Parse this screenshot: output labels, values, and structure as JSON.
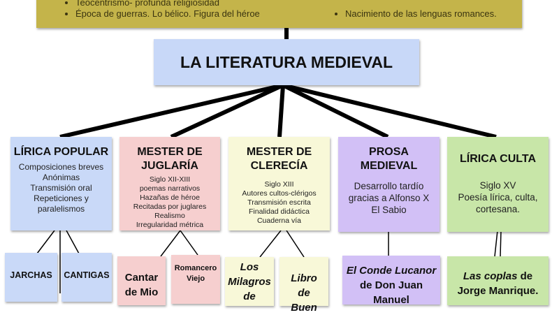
{
  "context": {
    "left": [
      "Teocentrismo- profunda religiosidad",
      "Época de guerras. Lo bélico. Figura del héroe"
    ],
    "right": [
      "Nacimiento de las lenguas romances."
    ]
  },
  "main": {
    "title": "LA LITERATURA MEDIEVAL"
  },
  "categories": [
    {
      "title": "LÍRICA POPULAR",
      "lines": [
        "Composiciones breves",
        "Anónimas",
        "Transmisión oral",
        "Repeticiones y paralelismos"
      ],
      "color": "#c9d9f8"
    },
    {
      "title": "MESTER DE JUGLARÍA",
      "lines": [
        "Siglo XII-XIII",
        "poemas narrativos",
        "Hazañas de héroe",
        "Recitadas por juglares",
        "Realismo",
        "Irregularidad métrica"
      ],
      "color": "#f6cfcf"
    },
    {
      "title": "MESTER DE CLERECÍA",
      "lines": [
        "Siglo XIII",
        "Autores cultos-clérigos",
        "Transmisión escrita",
        "Finalidad didáctica",
        "Cuaderna vía"
      ],
      "color": "#f8f8d8"
    },
    {
      "title": "PROSA MEDIEVAL",
      "lines": [
        "Desarrollo tardío gracias a Alfonso X El Sabio"
      ],
      "color": "#d2c0f6"
    },
    {
      "title": "LÍRICA CULTA",
      "lines": [
        "Siglo XV",
        "Poesía lírica, culta, cortesana."
      ],
      "color": "#c8e6a8"
    }
  ],
  "works": [
    "JARCHAS",
    "CANTIGAS",
    "Cantar de Mio",
    "Romancero Viejo",
    "Los Milagros de",
    "Libro de Buen",
    "El Conde Lucanor",
    "de Don Juan Manuel",
    "Las coplas",
    "de",
    "Jorge Manrique."
  ]
}
